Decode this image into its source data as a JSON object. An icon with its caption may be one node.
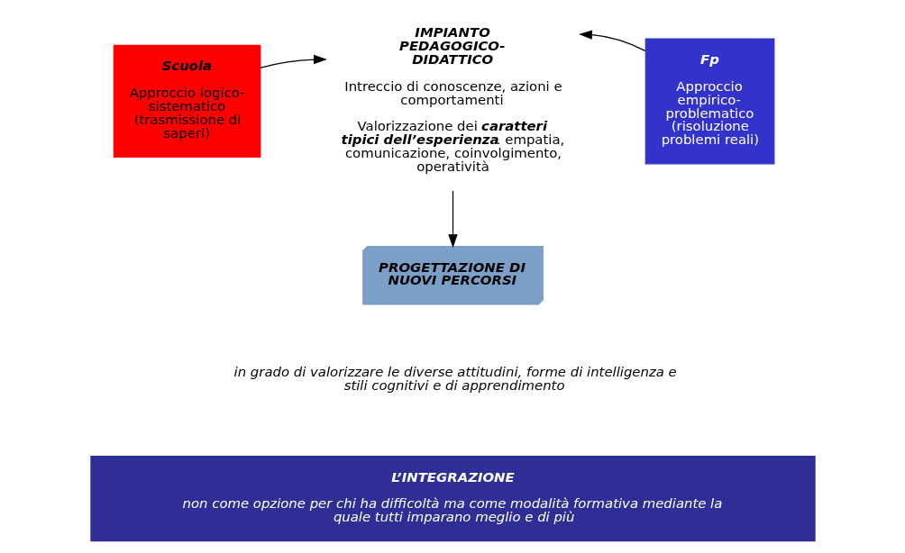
{
  "diagram": {
    "nodes": [
      {
        "text": [
          "Scuola",
          "Approccio logico-sistematico (trasmissione di saperi)"
        ]
      },
      {
        "text": [
          "IMPIANTO PEDAGOGICO-DIDATTICO",
          "Intreccio di conoscenze, azioni e comportamenti",
          "Valorizzazione dei **caratteri tipici dell’esperienza**. empatia, comunicazione, coinvolgimento, operatività"
        ]
      },
      {
        "text": [
          "Fp",
          "Approccio empirico-problematico (risoluzione problemi reali)"
        ]
      },
      {
        "text": [
          "PROGETTAZIONE DI NUOVI PERCORSI"
        ]
      },
      {
        "text": [
          "L’INTEGRAZIONE",
          "non come opzione per chi ha difficoltà ma come modalità formativa mediante la quale tutti imparano meglio e di più"
        ]
      }
    ],
    "edges": [
      {
        "from": 0,
        "to": 1,
        "arrow": "to"
      },
      {
        "from": 2,
        "to": 1,
        "arrow": "to"
      },
      {
        "from": 1,
        "to": 3,
        "arrow": "to"
      }
    ],
    "labels": [
      "in grado di valorizzare le diverse attitudini, forme di intelligenza e stili cognitivi e di apprendimento"
    ]
  }
}
